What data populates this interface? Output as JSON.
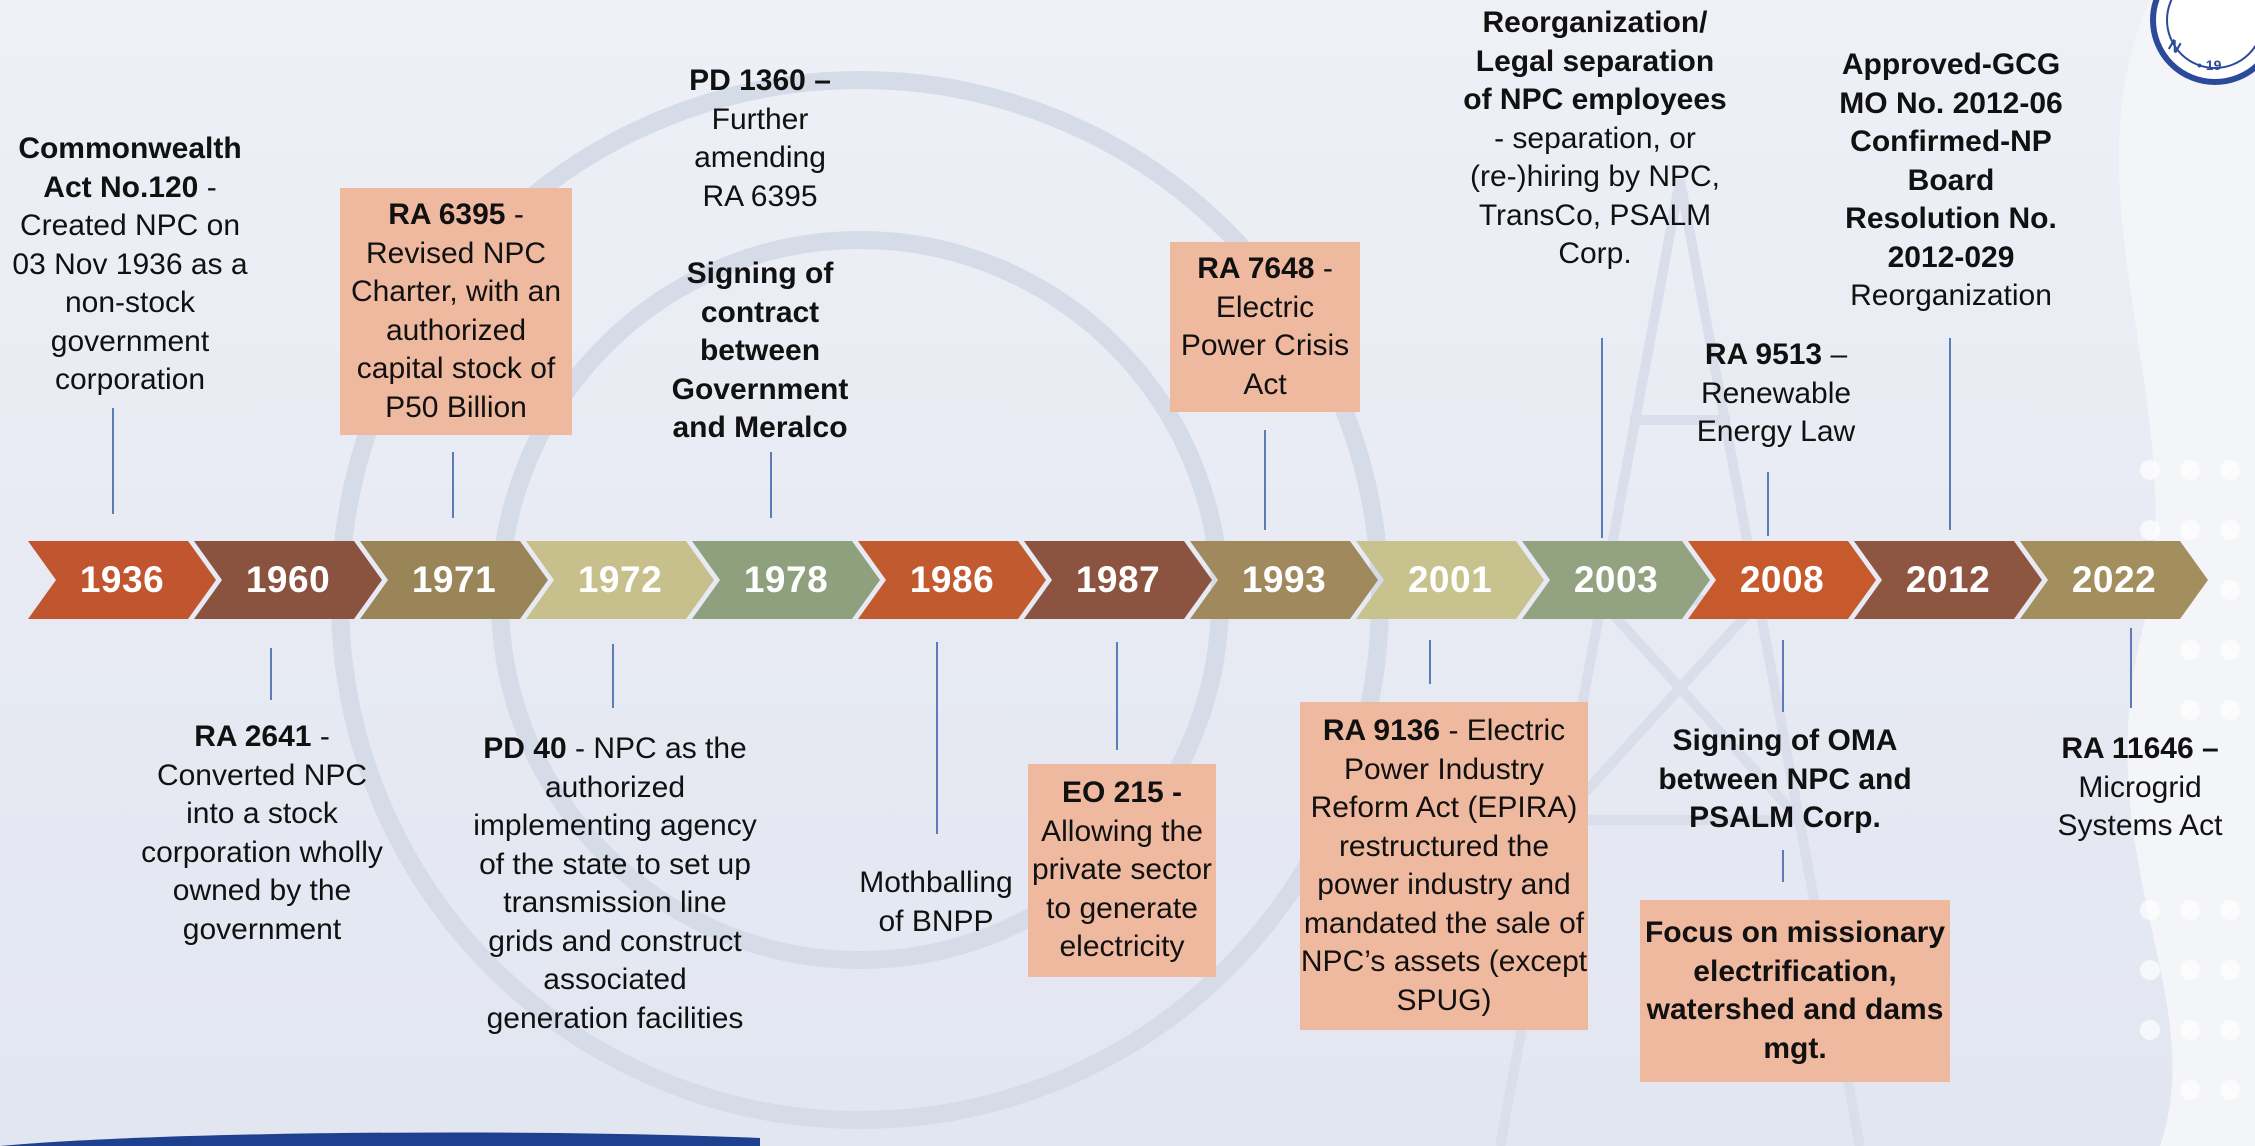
{
  "colors": {
    "c1936": "#c0552f",
    "c1960": "#8a5340",
    "c1971": "#9a8558",
    "c1972": "#c8c08c",
    "c1978": "#8fa07e",
    "c1986": "#c25a2f",
    "c1987": "#8c5440",
    "c1993": "#a08a5d",
    "c2001": "#c8c28e",
    "c2003": "#93a382",
    "c2008": "#c65a2c",
    "c2012": "#8e5540",
    "c2022": "#a38e5e",
    "box": "#efb9a0",
    "connector": "#5b7cb8"
  },
  "timeline": {
    "years": [
      "1936",
      "1960",
      "1971",
      "1972",
      "1978",
      "1986",
      "1987",
      "1993",
      "2001",
      "2003",
      "2008",
      "2012",
      "2022"
    ]
  },
  "events": {
    "e1936": {
      "title": "Commonwealth Act No.120",
      "sep": " -",
      "text": "Created NPC on 03 Nov 1936 as a non-stock government corporation"
    },
    "e1960": {
      "title": "RA 2641",
      "sep": " -",
      "text": "Converted NPC into a stock corporation wholly owned by the government"
    },
    "e1971": {
      "title": "RA 6395",
      "sep": " -",
      "text": "Revised NPC Charter, with an authorized capital stock of P50 Billion"
    },
    "e1972": {
      "title": "PD 40",
      "sep": " -",
      "text": "NPC as the authorized implementing agency of the state to set up transmission line grids and construct associated generation facilities"
    },
    "e1978a": {
      "title": "PD 1360 –",
      "text": "Further amending RA 6395"
    },
    "e1978b": {
      "title": "Signing of contract between Government and Meralco"
    },
    "e1986": {
      "text": "Mothballing of BNPP"
    },
    "e1987": {
      "title": "EO 215 -",
      "text": "Allowing the private sector to generate electricity"
    },
    "e1993": {
      "title": "RA 7648",
      "sep": " -",
      "text": "Electric Power Crisis Act"
    },
    "e2001": {
      "title": "RA 9136",
      "sep": " -",
      "text": "Electric Power Industry Reform Act (EPIRA) restructured the power industry and mandated the sale of NPC’s assets (except SPUG)"
    },
    "e2003": {
      "title": "Reorganization/ Legal separation of NPC employees",
      "text": "-  separation, or (re-)hiring by NPC, TransCo, PSALM Corp."
    },
    "e2008a": {
      "title": "RA 9513",
      "sep": " –",
      "text": "Renewable Energy Law"
    },
    "e2008b": {
      "title": "Signing of OMA between NPC and PSALM Corp."
    },
    "e2008c": {
      "title": "Focus on missionary electrification, watershed and dams mgt."
    },
    "e2012": {
      "title": "Approved-GCG MO No. 2012-06 Confirmed-NP Board Resolution No. 2012-029",
      "text": "Reorganization"
    },
    "e2022": {
      "title": "RA 11646 –",
      "text": "Microgrid Systems Act"
    }
  }
}
